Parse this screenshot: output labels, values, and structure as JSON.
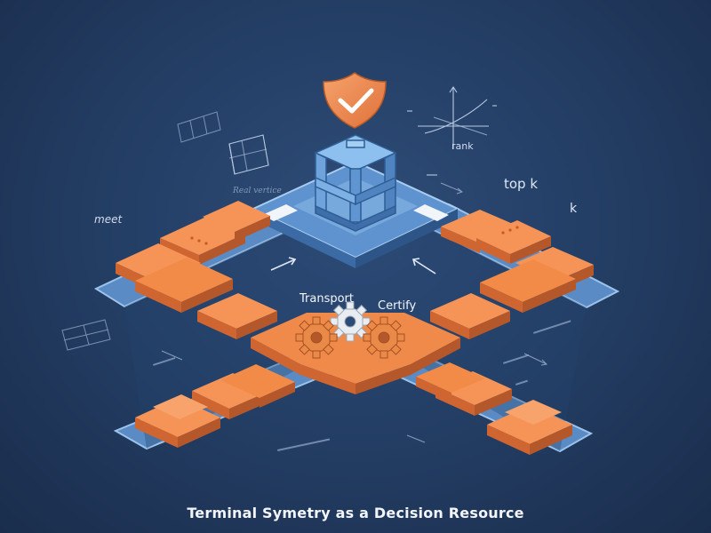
{
  "caption": "Terminal Symetry as a Decision Resource",
  "labels": {
    "rank": "rank",
    "top_k": "top k",
    "k": "k",
    "meet": "meet",
    "real_vertex": "Real vertice",
    "transport": "Transport",
    "certify": "Certify"
  },
  "icons": [
    "shield-check-icon",
    "cube-frame-icon",
    "gear-icon",
    "coordinate-axes-icon",
    "wireframe-box-icon"
  ],
  "colors": {
    "background": "#243f66",
    "orange": "#f08a4b",
    "orange_dark": "#c9612c",
    "blue_tile": "#6fa0d6",
    "blue_edge": "#3d6aa3",
    "gear_light": "#e9edf2"
  }
}
